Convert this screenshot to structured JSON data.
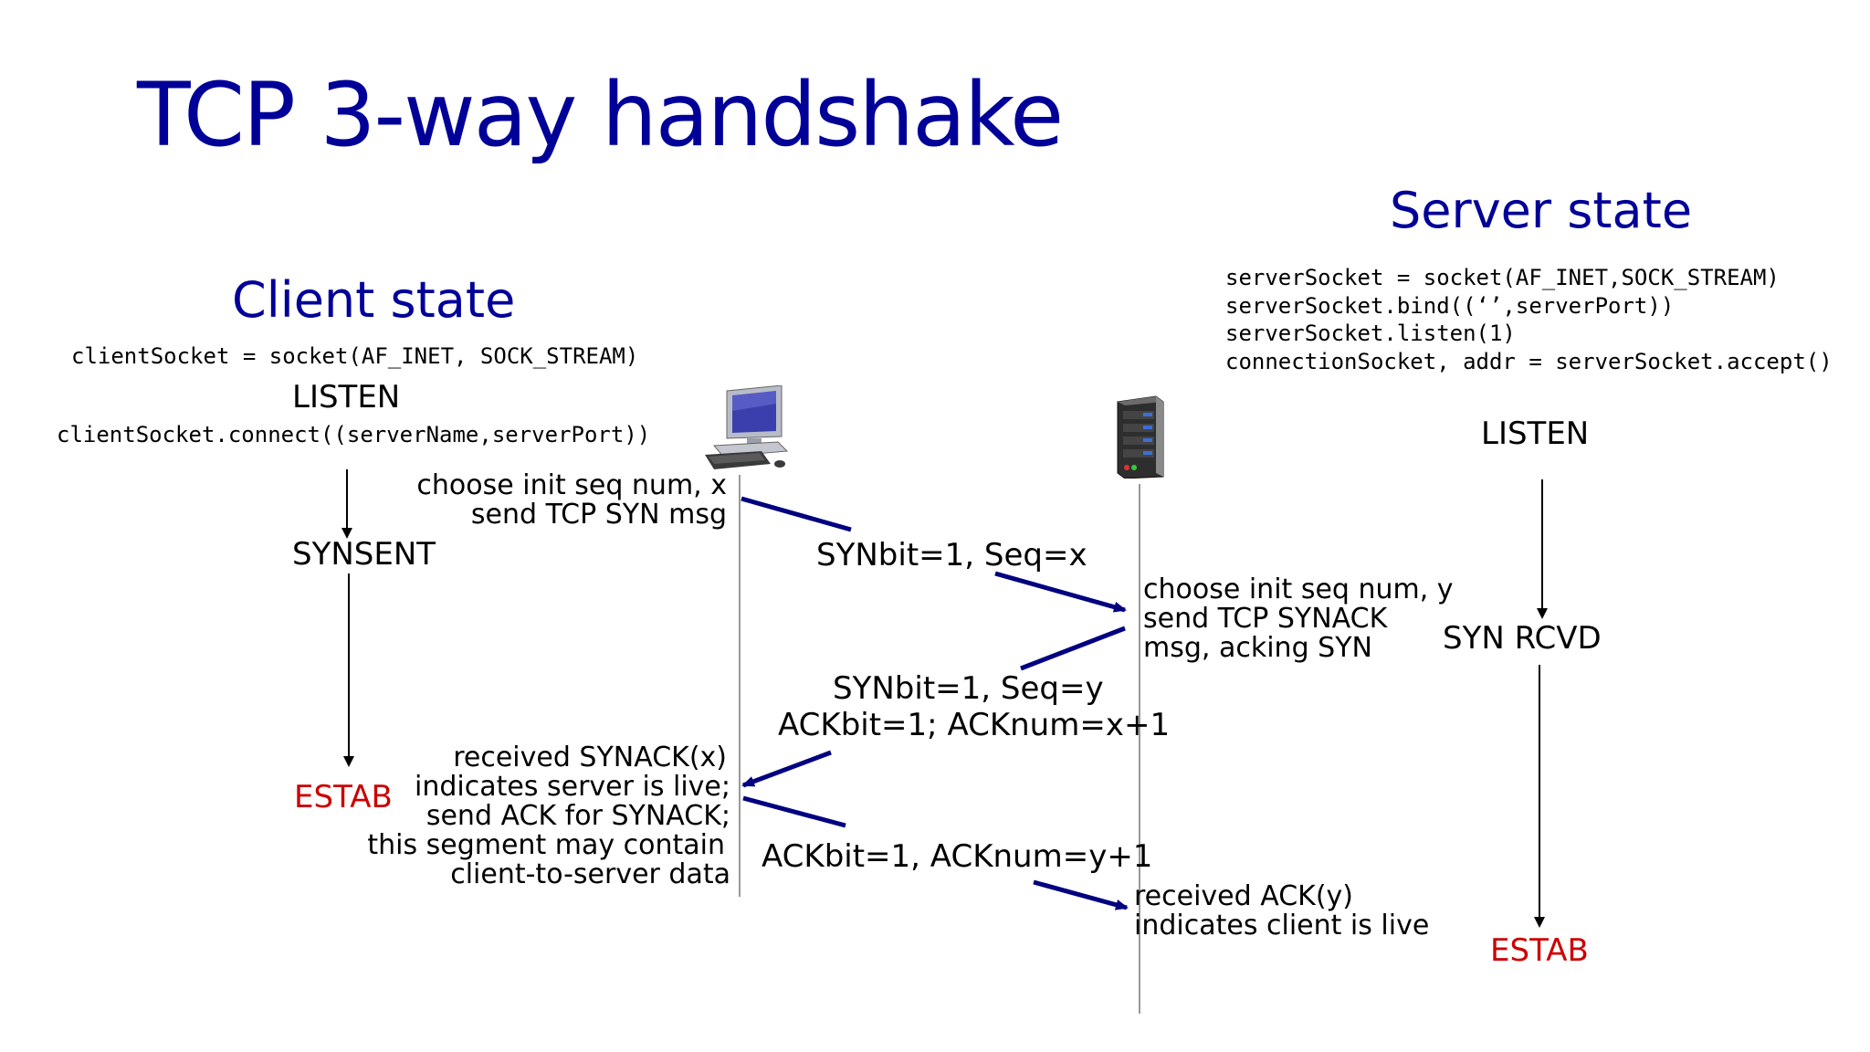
{
  "title": "TCP 3-way handshake",
  "colors": {
    "title": "#000099",
    "heading": "#000099",
    "arrow": "#000080",
    "estab": "#cc0000",
    "timeline": "#999999"
  },
  "client": {
    "heading": "Client state",
    "socket_code": "clientSocket = socket(AF_INET, SOCK_STREAM)",
    "state_listen": "LISTEN",
    "connect_code": "clientSocket.connect((serverName,serverPort))",
    "state_synsent": "SYNSENT",
    "state_estab": "ESTAB",
    "icon": "desktop-computer-icon"
  },
  "server": {
    "heading": "Server state",
    "code_lines": [
      "serverSocket = socket(AF_INET,SOCK_STREAM)",
      "serverSocket.bind((‘’,serverPort))",
      "serverSocket.listen(1)",
      "connectionSocket, addr = serverSocket.accept()"
    ],
    "state_listen": "LISTEN",
    "state_synrcvd": "SYN RCVD",
    "state_estab": "ESTAB",
    "icon": "server-tower-icon"
  },
  "notes": {
    "client_syn": [
      "choose init seq num, x",
      "send TCP SYN msg"
    ],
    "server_synack": [
      "choose init seq num, y",
      "send TCP SYNACK",
      "msg, acking SYN"
    ],
    "client_ack": [
      "received SYNACK(x)",
      "indicates server is live;",
      "send ACK for SYNACK;",
      "this segment may contain",
      "client-to-server data"
    ],
    "server_ack": [
      "received ACK(y)",
      "indicates client is live"
    ]
  },
  "messages": {
    "syn": "SYNbit=1, Seq=x",
    "synack_1": "SYNbit=1, Seq=y",
    "synack_2": "ACKbit=1; ACKnum=x+1",
    "ack": "ACKbit=1, ACKnum=y+1"
  }
}
